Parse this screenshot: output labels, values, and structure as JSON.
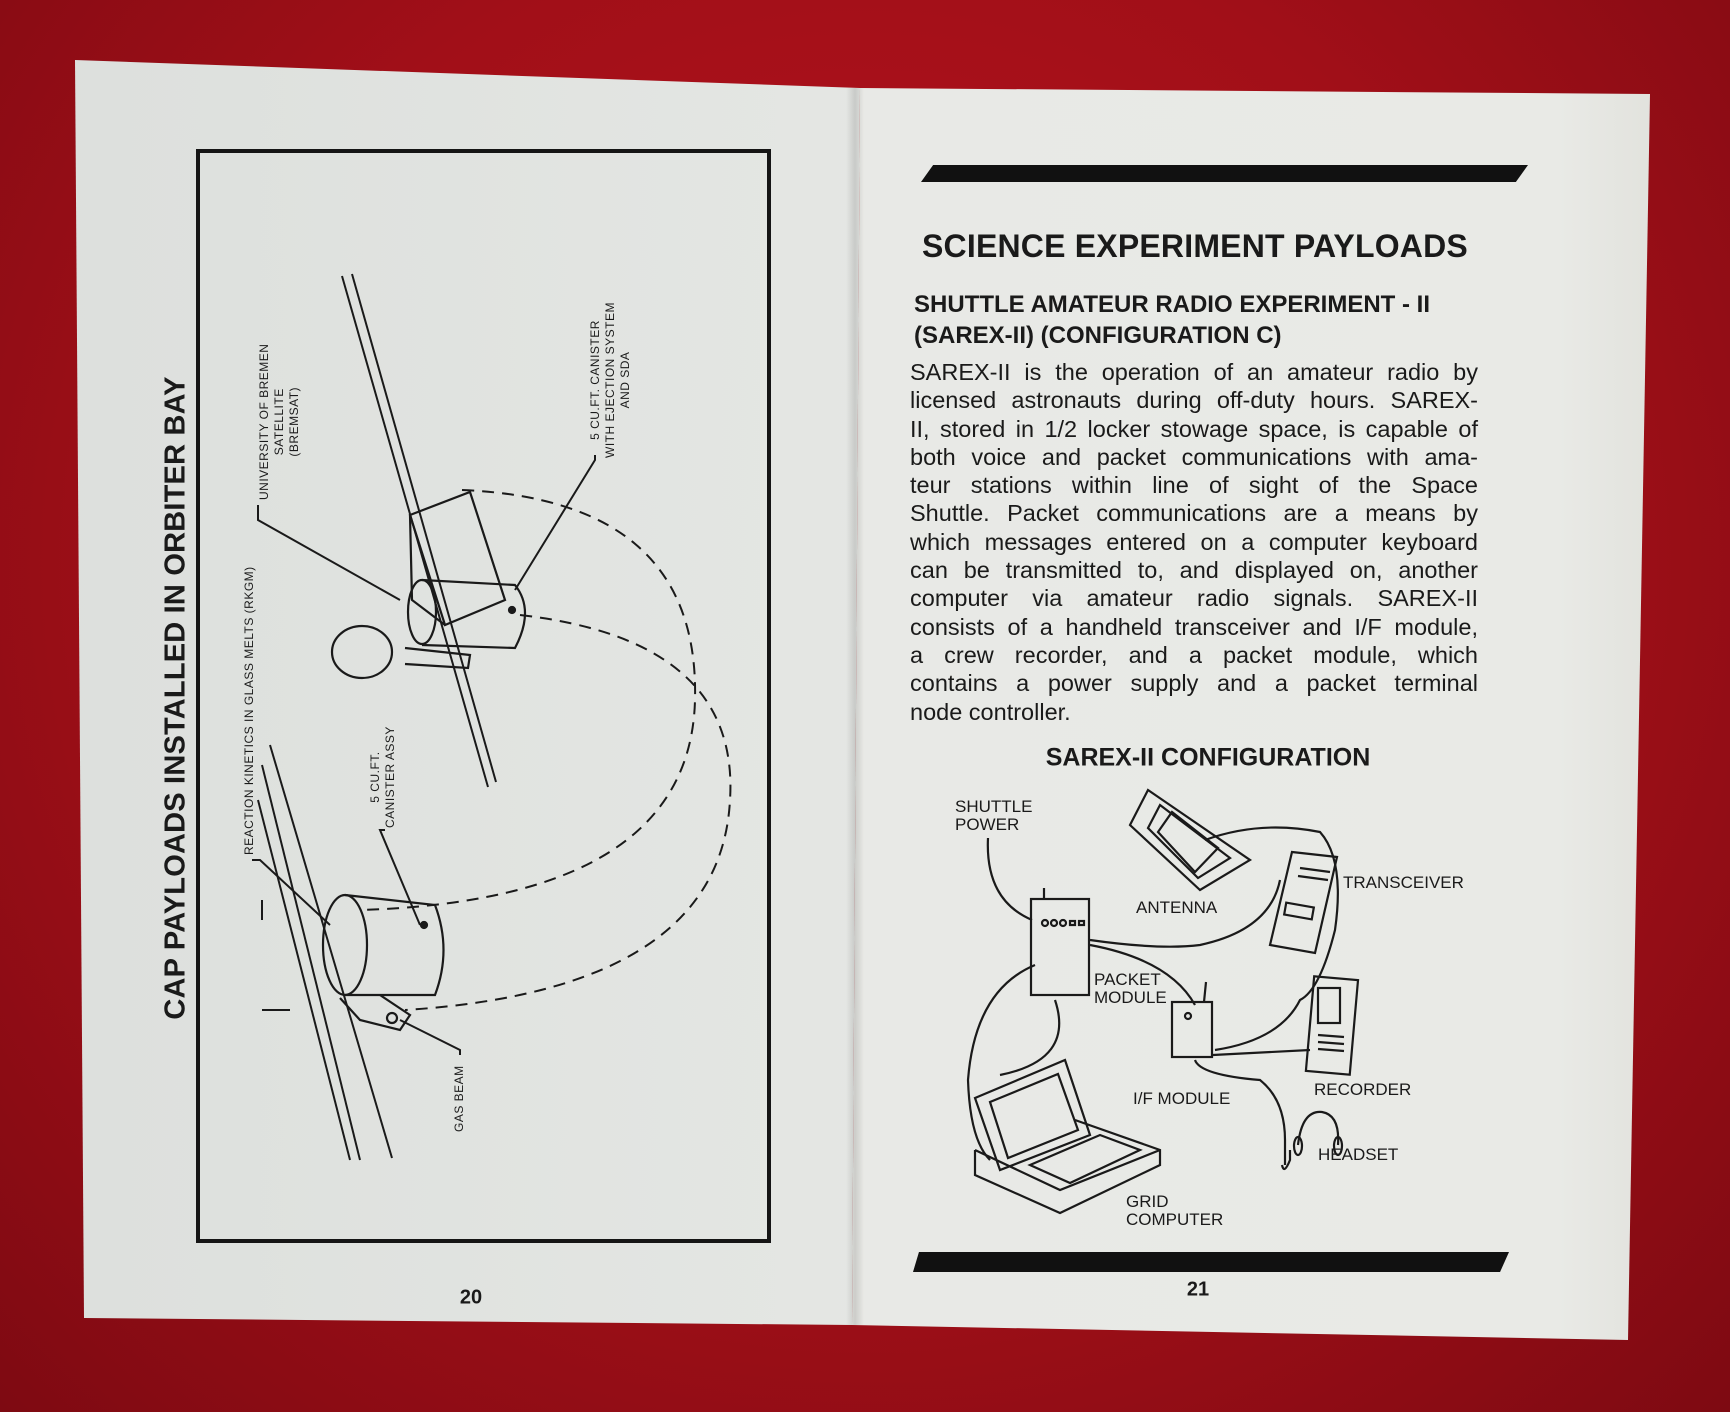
{
  "left_page": {
    "title": "CAP PAYLOADS INSTALLED IN ORBITER BAY",
    "labels": {
      "rkgm": "REACTION KINETICS IN GLASS MELTS (RKGM)",
      "canister_assy": [
        "5 CU.FT.",
        "CANISTER ASSY"
      ],
      "bremsat": [
        "UNIVERSITY OF BREMEN",
        "SATELLITE",
        "(BREMSAT)"
      ],
      "ejection": [
        "5 CU.FT. CANISTER",
        "WITH EJECTION SYSTEM",
        "AND SDA"
      ],
      "gas_beam": "GAS BEAM"
    },
    "page_number": "20"
  },
  "right_page": {
    "heading": "SCIENCE EXPERIMENT PAYLOADS",
    "subheading": [
      "SHUTTLE AMATEUR RADIO EXPERIMENT - II",
      "(SAREX-II) (CONFIGURATION C)"
    ],
    "body_lines": [
      "SAREX-II is the operation of an amateur radio by",
      "licensed astronauts during off-duty hours. SAREX-",
      "II, stored in 1/2 locker stowage space, is capable of",
      "both voice and packet communications with ama-",
      "teur stations within line of sight of the Space",
      "Shuttle. Packet communications are a means by",
      "which messages entered on a computer keyboard",
      "can be transmitted to, and displayed on, another",
      "computer via amateur radio signals. SAREX-II",
      "consists of a handheld transceiver and I/F module,",
      "a crew recorder, and a packet module, which",
      "contains a power supply and a packet terminal",
      "node controller."
    ],
    "diagram_title": "SAREX-II CONFIGURATION",
    "diagram_labels": {
      "shuttle_power": [
        "SHUTTLE",
        "POWER"
      ],
      "antenna": "ANTENNA",
      "transceiver": "TRANSCEIVER",
      "packet_module": [
        "PACKET",
        "MODULE"
      ],
      "if_module": "I/F MODULE",
      "recorder": "RECORDER",
      "headset": "HEADSET",
      "grid_computer": [
        "GRID",
        "COMPUTER"
      ]
    },
    "page_number": "21"
  },
  "colors": {
    "background": "#a10f18",
    "paper": "#e3e5e2",
    "ink": "#151515"
  }
}
